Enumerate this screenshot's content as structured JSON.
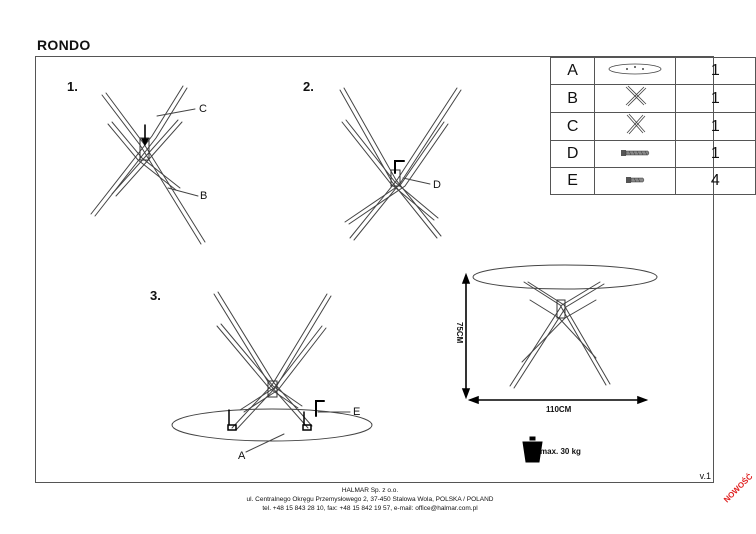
{
  "title": "RONDO",
  "steps": [
    "1.",
    "2.",
    "3."
  ],
  "callouts": {
    "step1_c": "C",
    "step1_b": "B",
    "step2_d": "D",
    "step3_e": "E",
    "step3_a": "A"
  },
  "parts": [
    {
      "letter": "A",
      "icon": "glass-top-icon",
      "qty": "1"
    },
    {
      "letter": "B",
      "icon": "leg-frame-b-icon",
      "qty": "1"
    },
    {
      "letter": "C",
      "icon": "leg-frame-c-icon",
      "qty": "1"
    },
    {
      "letter": "D",
      "icon": "long-screw-icon",
      "qty": "1"
    },
    {
      "letter": "E",
      "icon": "short-screw-icon",
      "qty": "4"
    }
  ],
  "dimensions": {
    "height": "75CM",
    "width": "110CM"
  },
  "weight": "max. 30 kg",
  "version": "v.1",
  "footer": {
    "line1": "HALMAR Sp. z o.o.",
    "line2": "ul. Centralnego Okręgu Przemysłowego 2, 37-450 Stalowa Wola, POLSKA / POLAND",
    "line3": "tel. +48 15 843 28 10, fax: +48 15 842 19 57, e-mail: office@halmar.com.pl"
  },
  "stamp": "NOWOŚĆ"
}
